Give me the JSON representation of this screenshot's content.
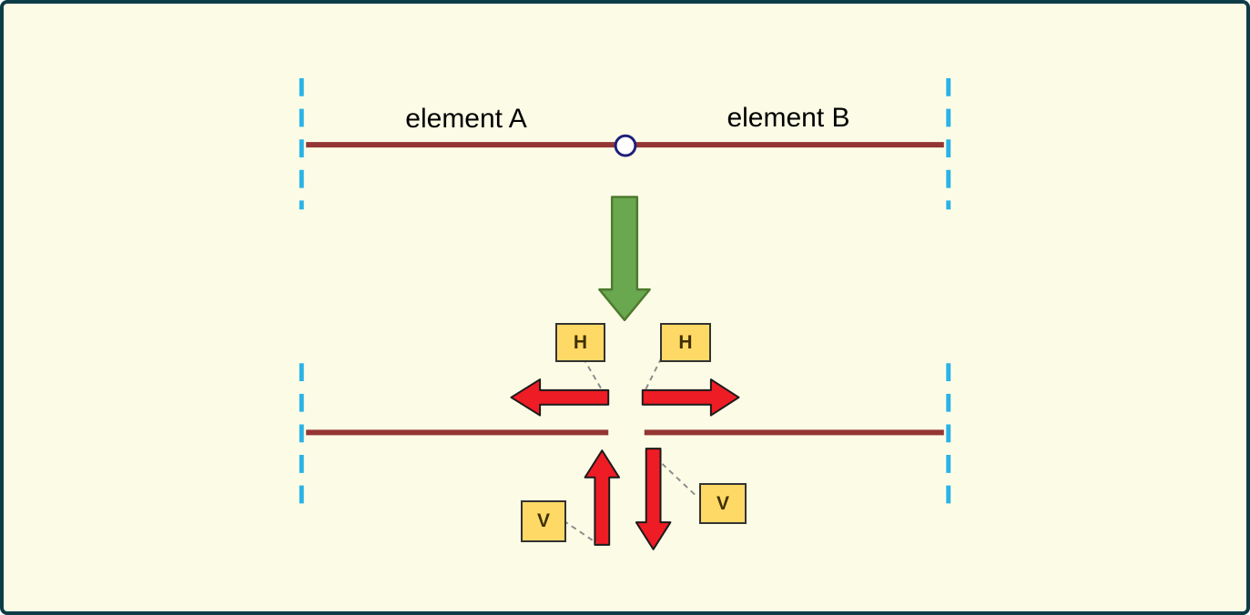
{
  "diagram": {
    "name": "joint-release-diagram",
    "labels": {
      "element_a": "element A",
      "element_b": "element B"
    },
    "badges": {
      "horizontal": "H",
      "vertical": "V"
    }
  },
  "colors": {
    "canvas_bg": "#FCFCE6",
    "frame_border": "#0E3C46",
    "beam": "#943634",
    "guide_dash": "#2BB3E8",
    "node_fill": "#FFFFFF",
    "node_stroke": "#1F1F7A",
    "green_fill": "#69A84F",
    "green_stroke": "#4E7A2F",
    "red_fill": "#EE1C25",
    "red_stroke": "#1A1A1A",
    "badge_fill": "#FFD966",
    "badge_stroke": "#333333",
    "badge_text": "#403000",
    "connector": "#8C8C8C",
    "label_text": "#000000"
  }
}
